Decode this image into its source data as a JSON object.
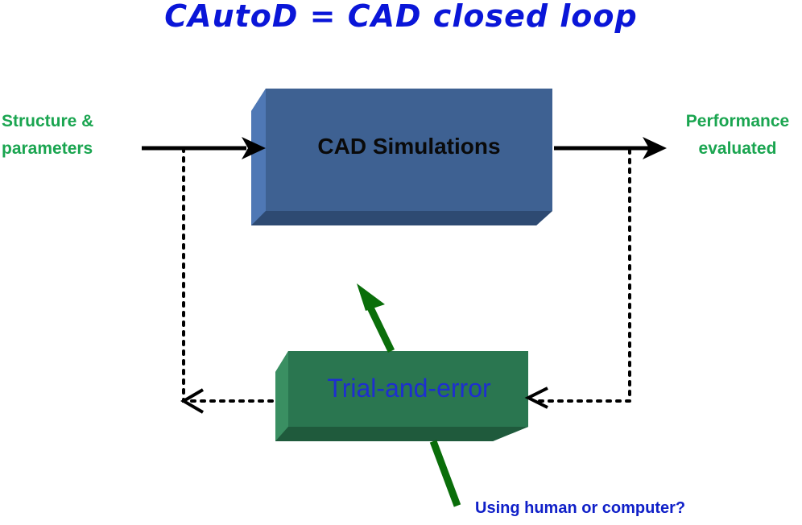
{
  "title": "CAutoD  =  CAD closed loop",
  "input_label": [
    "Structure &",
    "parameters"
  ],
  "output_label": [
    "Performance",
    "evaluated"
  ],
  "cad_box": {
    "label": "CAD Simulations",
    "color": "#3e6192"
  },
  "trial_box": {
    "label": "Trial-and-error",
    "color": "#2a7650"
  },
  "bottom_label": "Using human or computer?",
  "colors": {
    "title": "#0a16d8",
    "labels": "#1aa550",
    "arrow_green": "#0a6e0a",
    "bottom_label": "#1020c8"
  }
}
